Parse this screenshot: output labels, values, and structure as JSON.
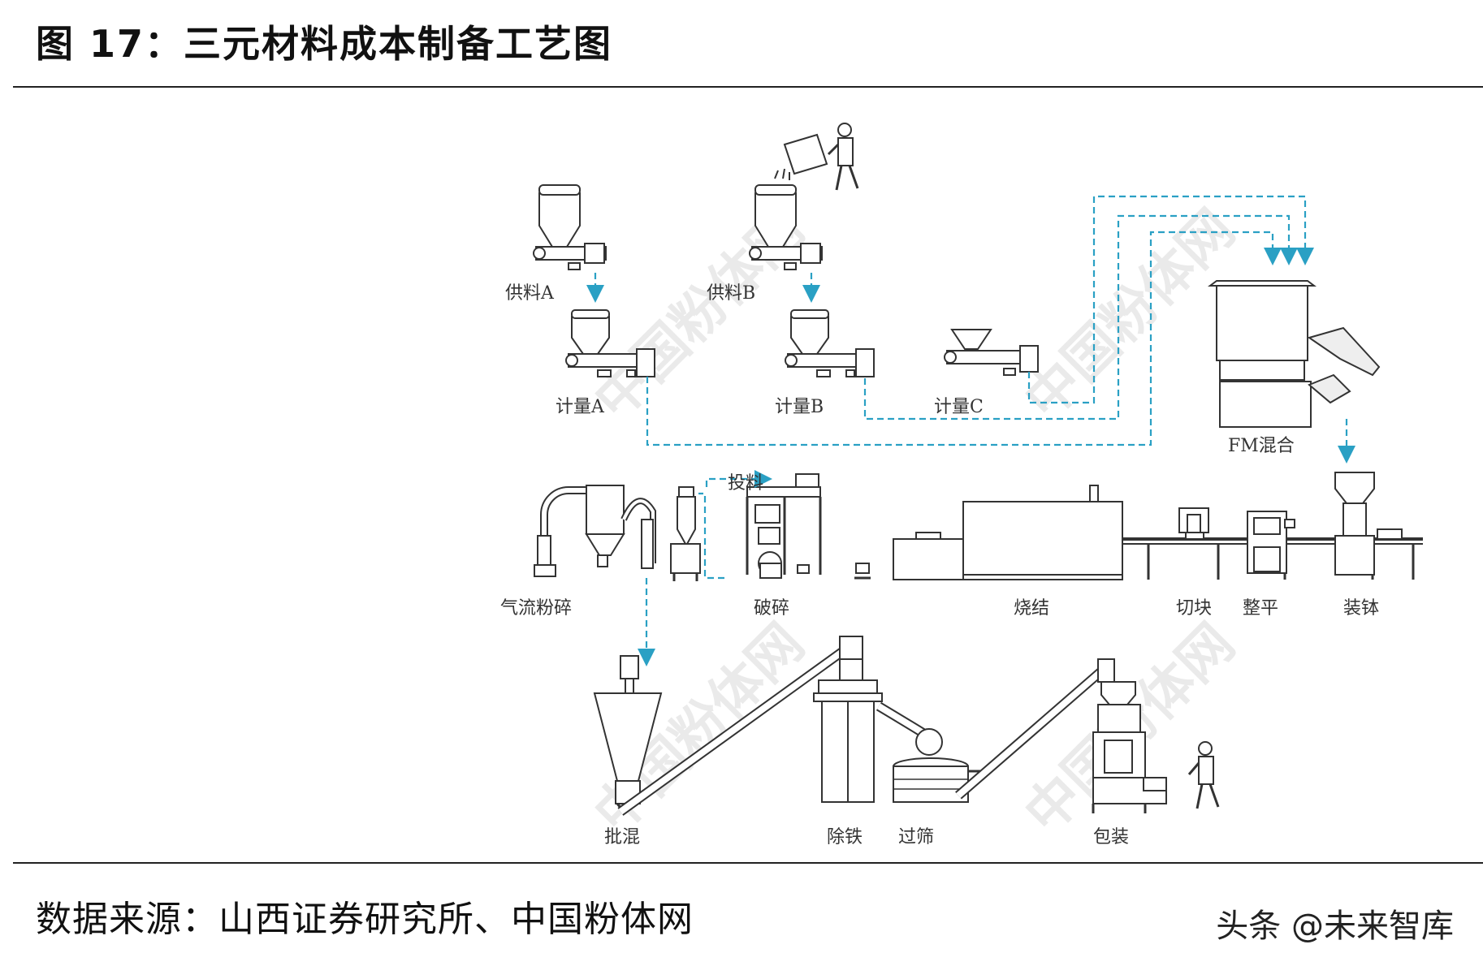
{
  "figure": {
    "title": "图  17：三元材料成本制备工艺图",
    "source": "数据来源：山西证券研究所、中国粉体网",
    "credit": "头条 @未来智库"
  },
  "diagram": {
    "labels": {
      "feed_a": "供料A",
      "feed_b": "供料B",
      "meter_a": "计量A",
      "meter_b": "计量B",
      "meter_c": "计量C",
      "fm_mix": "FM混合",
      "feeding": "投料",
      "jet_mill": "气流粉碎",
      "crushing": "破碎",
      "sintering": "烧结",
      "cutting": "切块",
      "leveling": "整平",
      "loading": "装钵",
      "batch_mix": "批混",
      "iron_removal": "除铁",
      "sieving": "过筛",
      "packing": "包装"
    },
    "watermark": "中国粉体网",
    "flow_color": "#2aa0c4"
  }
}
